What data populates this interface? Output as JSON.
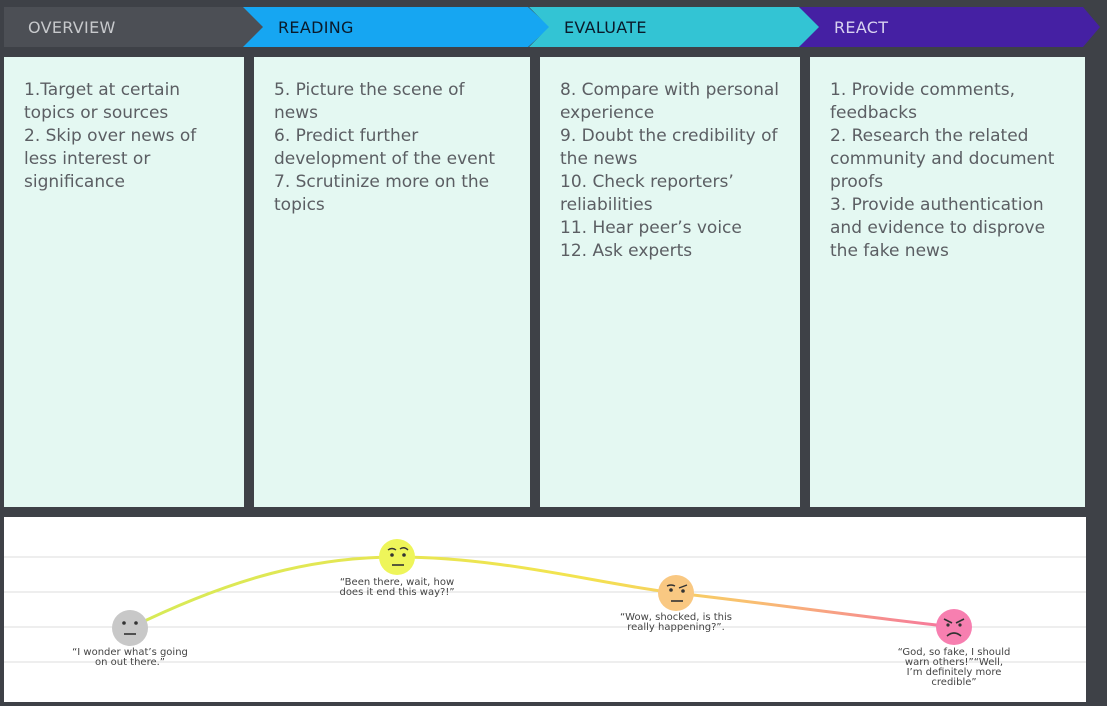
{
  "stages": [
    {
      "id": "overview",
      "label": "OVERVIEW",
      "color": "#4c4f55"
    },
    {
      "id": "reading",
      "label": "READING",
      "color": "#16a6f2"
    },
    {
      "id": "evaluate",
      "label": "EVALUATE",
      "color": "#33c4d4"
    },
    {
      "id": "react",
      "label": "REACT",
      "color": "#4520a3"
    }
  ],
  "columns": {
    "overview": [
      "1.Target at certain topics or sources",
      "2. Skip over news of less interest or significance"
    ],
    "reading": [
      "5. Picture the scene of news",
      "6. Predict further development of the event",
      "7. Scrutinize more on the topics"
    ],
    "evaluate": [
      "8. Compare with personal experience",
      "9. Doubt the credibility of the news",
      "10. Check reporters’ reliabilities",
      "11. Hear peer’s voice",
      "12. Ask experts"
    ],
    "react": [
      "1. Provide comments, feedbacks",
      "2.  Research the related community and document proofs",
      "3. Provide authentication and evidence to disprove the fake news"
    ]
  },
  "emotions": [
    {
      "face": "neutral-face-icon",
      "color": "#c8c8c8",
      "quote": "“I wonder what’s going on out there.”",
      "level": 1
    },
    {
      "face": "thinking-face-icon",
      "color": "#eef55a",
      "quote": "“Been there, wait, how does it end this way?!”",
      "level": 3
    },
    {
      "face": "skeptical-face-icon",
      "color": "#f9c882",
      "quote": "“Wow, shocked, is this really happening?”.",
      "level": 2
    },
    {
      "face": "angry-face-icon",
      "color": "#f77fb0",
      "quote": "“God, so fake, I should warn others!”“Well, I’m definitely more credible”",
      "level": 1
    }
  ]
}
